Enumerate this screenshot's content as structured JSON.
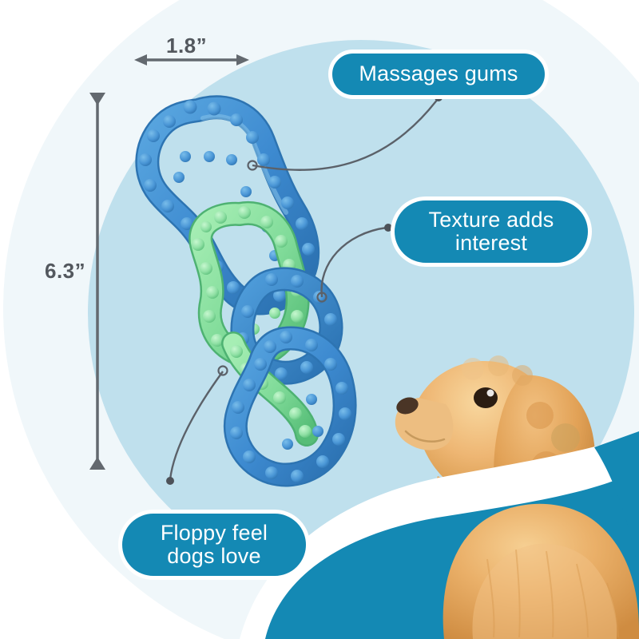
{
  "page": {
    "type": "product-infographic",
    "subject": "textured dog chew toy",
    "background_color": "#ffffff"
  },
  "colors": {
    "accent_teal": "#1489b4",
    "pill_text": "#ffffff",
    "outer_circle": "#f0f7fa",
    "inner_circle": "#bfe0ed",
    "dimension_text": "#53585e",
    "leader_line": "#5b6169",
    "toy_blue": "#3f8ed0",
    "toy_blue_dark": "#2f76b4",
    "toy_green": "#85dd9c",
    "toy_green_dark": "#5ec47c",
    "dog_fur": "#e8a košice"
  },
  "dimensions": {
    "width": {
      "label": "1.8”",
      "name": "width-dimension"
    },
    "height": {
      "label": "6.3”",
      "name": "height-dimension"
    }
  },
  "callouts": [
    {
      "id": "massages-gums",
      "lines": [
        "Massages gums"
      ],
      "line1": "Massages gums",
      "line2": ""
    },
    {
      "id": "texture-adds-interest",
      "lines": [
        "Texture adds",
        "interest"
      ],
      "line1": "Texture adds",
      "line2": "interest"
    },
    {
      "id": "floppy-feel-dogs-love",
      "lines": [
        "Floppy feel",
        "dogs love"
      ],
      "line1": "Floppy feel",
      "line2": "dogs love"
    }
  ],
  "graphics": {
    "product_name": "interlocking-bone-chew-toy",
    "dog_name": "cocker-spaniel-photo",
    "wave_name": "teal-wave-shape"
  }
}
